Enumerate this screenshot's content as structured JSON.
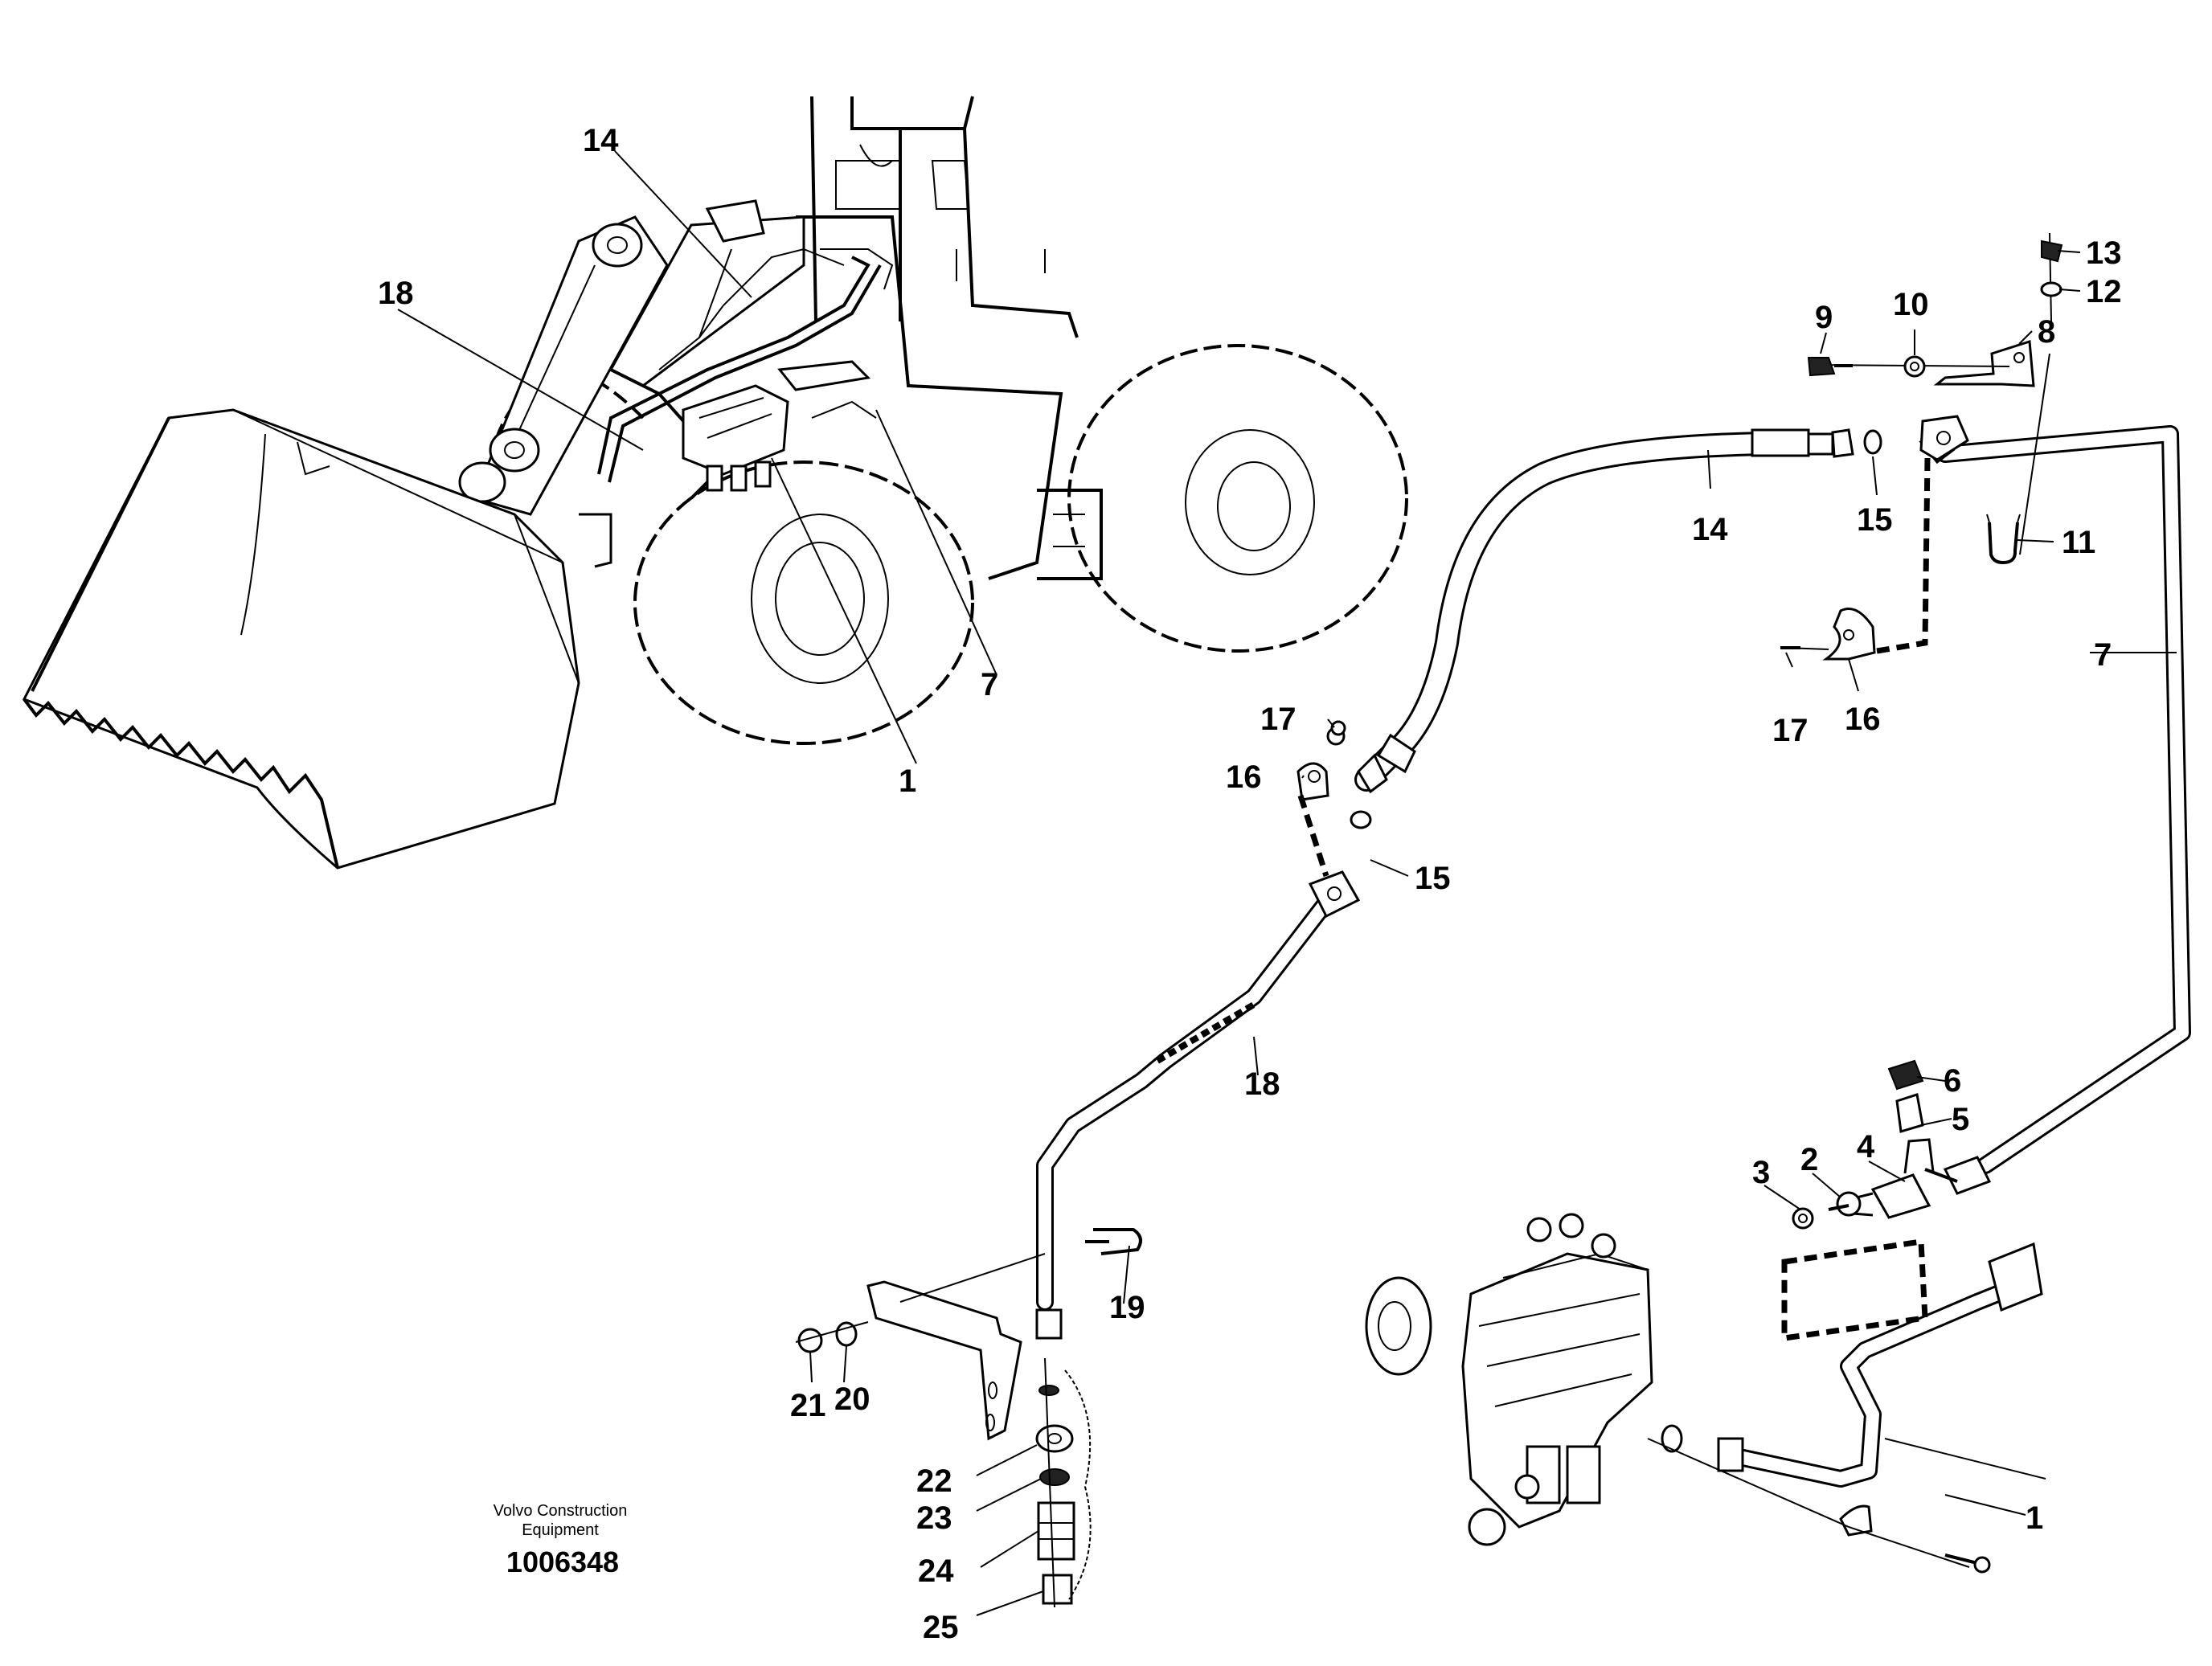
{
  "diagram": {
    "maker_line1": "Volvo Construction",
    "maker_line2": "Equipment",
    "document_number": "1006348",
    "callouts": {
      "c1_main": "1",
      "c1_detail": "1",
      "c2": "2",
      "c3": "3",
      "c4": "4",
      "c5": "5",
      "c6": "6",
      "c7_main": "7",
      "c7_detail": "7",
      "c8": "8",
      "c9": "9",
      "c10": "10",
      "c11": "11",
      "c12": "12",
      "c13": "13",
      "c14_main": "14",
      "c14_detail": "14",
      "c15_upper": "15",
      "c15_lower": "15",
      "c16_right": "16",
      "c16_left": "16",
      "c17_right": "17",
      "c17_left": "17",
      "c18_main": "18",
      "c18_detail": "18",
      "c19": "19",
      "c20": "20",
      "c21": "21",
      "c22": "22",
      "c23": "23",
      "c24": "24",
      "c25": "25"
    }
  }
}
